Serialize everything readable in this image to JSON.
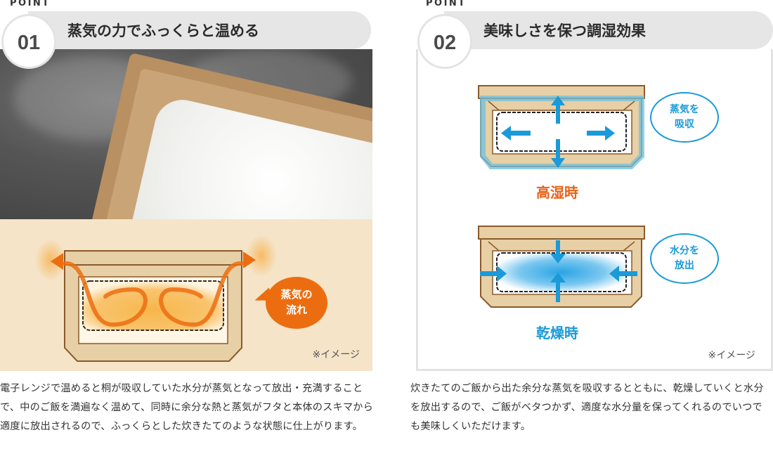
{
  "points": [
    {
      "label": "POINT",
      "number": "01",
      "title": "蒸気の力でふっくらと温める",
      "diagram": {
        "bubble": [
          "蒸気の",
          "流れ"
        ],
        "note": "※イメージ",
        "colors": {
          "background": "#f5e4c8",
          "steam": "#ec6d10",
          "box": "#8b5a2b",
          "box_fill": "#e7cfa6"
        }
      },
      "description": "電子レンジで温めると桐が吸収していた水分が蒸気となって放出・充満することで、中のご飯を満遍なく温めて、同時に余分な熱と蒸気がフタと本体のスキマから適度に放出されるので、ふっくらとした炊きたてのような状態に仕上がります。"
    },
    {
      "label": "POINT",
      "number": "02",
      "title": "美味しさを保つ調湿効果",
      "diagram": {
        "states": [
          {
            "label": "高湿時",
            "bubble": [
              "蒸気を",
              "吸収"
            ],
            "color": "#e8621a"
          },
          {
            "label": "乾燥時",
            "bubble": [
              "水分を",
              "放出"
            ],
            "color": "#1a9ad8"
          }
        ],
        "note": "※イメージ",
        "colors": {
          "arrow": "#1a9ad8",
          "box": "#8b5a2b",
          "box_fill": "#e7cfa6"
        }
      },
      "description": "炊きたてのご飯から出た余分な蒸気を吸収するとともに、乾燥していくと水分を放出するので、ご飯がベタつかず、適度な水分量を保ってくれるのでいつでも美味しくいただけます。"
    }
  ]
}
